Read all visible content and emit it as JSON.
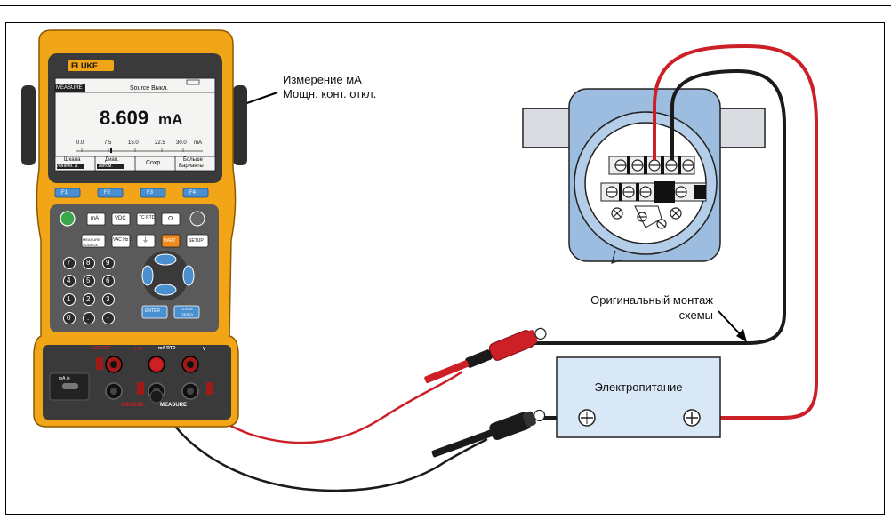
{
  "callouts": {
    "measure_line1": "Измерение мА",
    "measure_line2": "Мощн. конт. откл.",
    "wiring_line1": "Оригинальный монтаж",
    "wiring_line2": "схемы",
    "power_supply": "Электропитание"
  },
  "device": {
    "brand": "FLUKE",
    "display": {
      "mode": "MEASURE",
      "source_status": "Source Выкл.",
      "reading": "8.609",
      "unit": "mA",
      "bargraph_ticks": [
        "0.0",
        "7.5",
        "15.0",
        "22.5",
        "30.0"
      ],
      "bargraph_unit": "mA",
      "softkeys": [
        {
          "line1": "Шкала",
          "line2": "Линейн.  Δ"
        },
        {
          "line1": "Диап.",
          "line2": "Автом."
        },
        {
          "line1": "Сохр.",
          "line2": ""
        },
        {
          "line1": "Больше",
          "line2": "Варианты"
        }
      ]
    },
    "function_keys": [
      "F1",
      "F2",
      "F3",
      "F4"
    ],
    "keys_row1": [
      "mA",
      "VDC",
      "TC RTD",
      "Ω"
    ],
    "keys_row2": [
      "MEASURE SOURCE",
      "VAC Hz ⎍",
      "⏚",
      "HART",
      "SETUP"
    ],
    "keypad": [
      "7",
      "8",
      "9",
      "4",
      "5",
      "6",
      "1",
      "2",
      "3",
      "0",
      ".",
      "-"
    ],
    "enter_label": "ENTER",
    "clear_label": "CLEAR (ZERO)",
    "terminals": {
      "source_v": "V/Ω RTD",
      "source_ma": "mA",
      "measure_ma": "mA RTD",
      "measure_v": "V",
      "source_label": "SOURCE",
      "measure_label": "MEASURE",
      "battery_label": "mA ⊕"
    }
  },
  "colors": {
    "device_body": "#f2a516",
    "device_dark": "#3a3a3a",
    "screen_bg": "#f4f4f2",
    "fkey_blue": "#4a8fd0",
    "transmitter_blue": "#9dbde0",
    "wire_red": "#cc1f26",
    "wire_black": "#1a1a1a",
    "power_box": "#d8e8f6",
    "hart_orange": "#f28a1e"
  }
}
